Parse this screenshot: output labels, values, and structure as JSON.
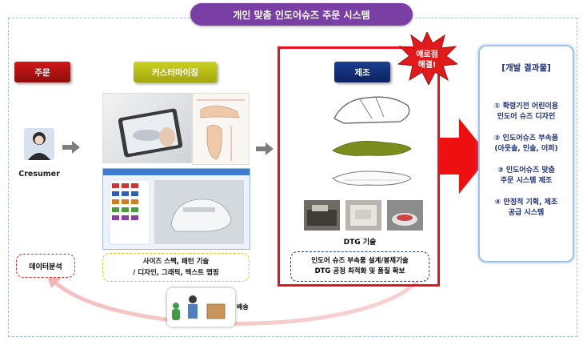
{
  "title": "개인 맞춤 인도어슈즈 주문 시스템",
  "stages": {
    "order": "주문",
    "customizing": "커스터마이징",
    "manufacturing": "제조"
  },
  "customer_name": "Cresumer",
  "data_analysis": "데이터분석",
  "customizing_desc": [
    "사이즈 스펙, 패턴 기술",
    "/ 디자인, 그래픽, 텍스트 맵핑"
  ],
  "dtg_label": "DTG 기술",
  "manufacturing_desc": [
    "인도어 슈즈 부속품 설계/봉제기술",
    "DTG 공정 최적화 및 품질 확보"
  ],
  "starburst_text": [
    "애로점",
    "해결!"
  ],
  "delivery_label": "배송",
  "results": {
    "title": "[개발 결과물]",
    "items": [
      [
        "① 확령기전 어린이용",
        "인도어 슈즈 디자인"
      ],
      [
        "② 인도어슈즈 부속품",
        "(아웃솔, 인솔, 어퍼)"
      ],
      [
        "③ 인도어슈즈 맞춤",
        "주문 시스템 제조"
      ],
      [
        "④ 안정적 기획, 제조",
        "공급 시스템"
      ]
    ]
  },
  "colors": {
    "title_bg": "#7a3fa5",
    "order_label": "#c11414",
    "customizing_label": "#b9bd16",
    "manufacturing_label": "#132e75",
    "highlight_red": "#e8131c",
    "results_text": "#1c2e78"
  }
}
